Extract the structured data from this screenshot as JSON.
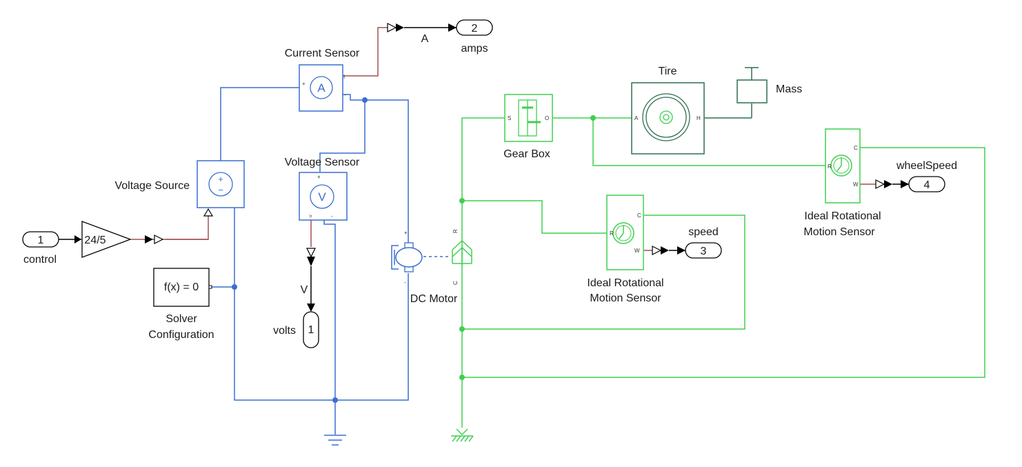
{
  "colors": {
    "electrical": "#3a6ecf",
    "mechanical": "#3fcf4f",
    "signal": "#a05050",
    "dark_green": "#2f6f4f",
    "black": "#000000"
  },
  "inports": {
    "control": {
      "number": "1",
      "label": "control"
    }
  },
  "outports": {
    "amps": {
      "number": "2",
      "label": "amps"
    },
    "speed": {
      "number": "3",
      "label": "speed"
    },
    "wheel_speed": {
      "number": "4",
      "label": "wheelSpeed"
    },
    "volts": {
      "number": "1",
      "label": "volts"
    }
  },
  "blocks": {
    "gain": {
      "value": "24/5"
    },
    "current_sensor": {
      "label": "Current Sensor",
      "symbol": "A",
      "port_i": "I",
      "port_plus": "+",
      "port_minus": "-"
    },
    "voltage_source": {
      "label": "Voltage Source",
      "symbol_plus": "+",
      "symbol_minus": "−"
    },
    "voltage_sensor": {
      "label": "Voltage Sensor",
      "symbol": "V",
      "port_plus": "+",
      "port_out": ">",
      "port_minus": "-"
    },
    "solver": {
      "expr": "f(x) = 0",
      "label_line1": "Solver",
      "label_line2": "Configuration"
    },
    "dc_motor": {
      "label": "DC Motor",
      "port_plus": "+",
      "port_minus": "-",
      "port_r": "R",
      "port_c": "C"
    },
    "gear_box": {
      "label": "Gear Box",
      "port_s": "S",
      "port_o": "O"
    },
    "tire": {
      "label": "Tire",
      "port_a": "A",
      "port_h": "H"
    },
    "mass": {
      "label": "Mass"
    },
    "motion_sensor_1": {
      "label_line1": "Ideal Rotational",
      "label_line2": "Motion Sensor",
      "port_r": "R",
      "port_c": "C",
      "port_w": "W"
    },
    "motion_sensor_2": {
      "label_line1": "Ideal Rotational",
      "label_line2": "Motion Sensor",
      "port_r": "R",
      "port_c": "C",
      "port_w": "W"
    }
  },
  "signal_labels": {
    "amps_signal": "A",
    "volts_signal": "V"
  }
}
